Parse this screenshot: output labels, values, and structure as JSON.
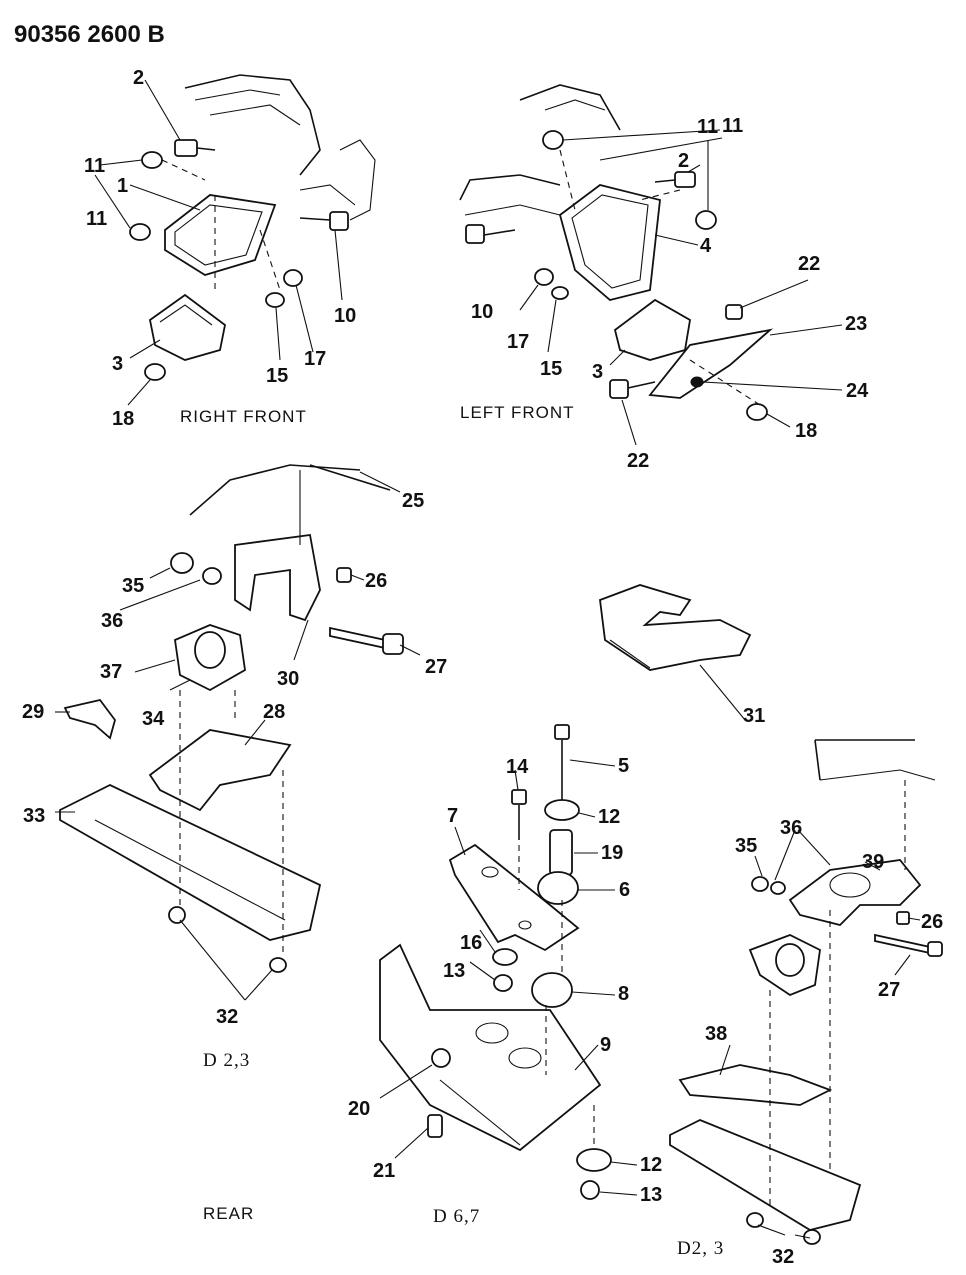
{
  "document_id": "90356 2600 B",
  "sections": {
    "right_front": "RIGHT FRONT",
    "left_front": "LEFT FRONT",
    "rear": "REAR",
    "d23_left": "D 2,3",
    "d67": "D 6,7",
    "d23_right": "D2, 3"
  },
  "callouts": {
    "rf": [
      "2",
      "11",
      "1",
      "11",
      "10",
      "17",
      "15",
      "3",
      "18"
    ],
    "lf": [
      "11",
      "2",
      "11",
      "4",
      "22",
      "23",
      "10",
      "17",
      "15",
      "3",
      "24",
      "22",
      "18"
    ],
    "rear_left": [
      "25",
      "35",
      "26",
      "36",
      "27",
      "30",
      "37",
      "34",
      "29",
      "28",
      "33",
      "32",
      "31"
    ],
    "rear_mid": [
      "5",
      "14",
      "12",
      "7",
      "19",
      "6",
      "16",
      "13",
      "8",
      "9",
      "20",
      "21",
      "12",
      "13"
    ],
    "rear_right": [
      "36",
      "35",
      "39",
      "26",
      "27",
      "38",
      "32"
    ]
  }
}
